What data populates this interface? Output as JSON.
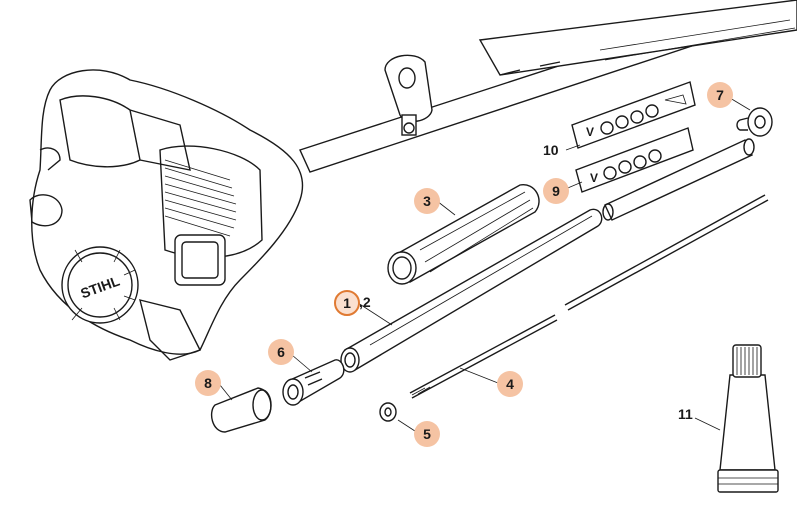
{
  "diagram": {
    "brand_text": "STIHL",
    "callouts": [
      {
        "id": "1",
        "label": "1",
        "suffix": ",2",
        "highlighted": true
      },
      {
        "id": "3",
        "label": "3"
      },
      {
        "id": "4",
        "label": "4"
      },
      {
        "id": "5",
        "label": "5"
      },
      {
        "id": "6",
        "label": "6"
      },
      {
        "id": "7",
        "label": "7"
      },
      {
        "id": "8",
        "label": "8"
      },
      {
        "id": "9",
        "label": "9"
      },
      {
        "id": "10",
        "label": "10"
      },
      {
        "id": "11",
        "label": "11"
      }
    ],
    "colors": {
      "callout_fill": "#f5c3a3",
      "callout_highlight_ring": "#e07a32",
      "line_art": "#1a1a1a"
    }
  }
}
